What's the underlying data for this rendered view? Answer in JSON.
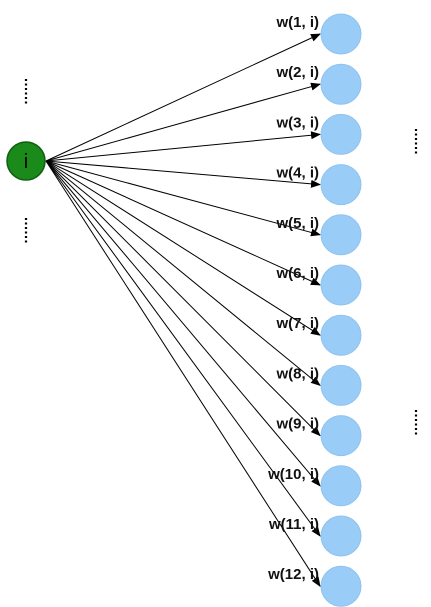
{
  "source_node": {
    "label": "i",
    "fill": "#1a8a1a",
    "stroke": "#0f5f0f"
  },
  "target_nodes": {
    "fill": "#99ccf7",
    "stroke": "#8fc3f0"
  },
  "connections": [
    {
      "label": "w(1, i)"
    },
    {
      "label": "w(2, i)"
    },
    {
      "label": "w(3, i)"
    },
    {
      "label": "w(4, i)"
    },
    {
      "label": "w(5, i)"
    },
    {
      "label": "w(6, i)"
    },
    {
      "label": "w(7, i)"
    },
    {
      "label": "w(8, i)"
    },
    {
      "label": "w(9, i)"
    },
    {
      "label": "w(10, i)"
    },
    {
      "label": "w(11, i)"
    },
    {
      "label": "w(12, i)"
    }
  ],
  "edge_color": "#000000"
}
